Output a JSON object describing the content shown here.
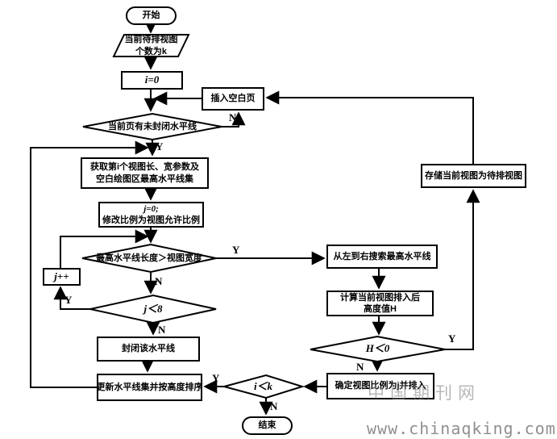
{
  "flowchart": {
    "nodes": {
      "start": {
        "label": "开始"
      },
      "views_count": {
        "line1": "当前待排视图",
        "line2": "个数为k"
      },
      "init_i": {
        "label": "i=0"
      },
      "insert_blank_page": {
        "label": "插入空白页"
      },
      "page_has_open_hline": {
        "label": "当前页有未封闭水平线"
      },
      "get_view_params": {
        "line1": "获取第i个视图长、宽参数及",
        "line2": "空白绘图区最高水平线集"
      },
      "init_j": {
        "line1": "j=0;",
        "line2": "修改比例为视图允许比例"
      },
      "hline_vs_view_width": {
        "label": "最高水平线长度＞视图宽度"
      },
      "increment_j": {
        "label": "j++"
      },
      "j_lt_8": {
        "label": "j＜8"
      },
      "close_hline": {
        "label": "封闭该水平线"
      },
      "update_hlines": {
        "label": "更新水平线集并按高度排序"
      },
      "i_lt_k": {
        "label": "i＜k"
      },
      "end": {
        "label": "结束"
      },
      "search_hline": {
        "label": "从左到右搜索最高水平线"
      },
      "calc_height": {
        "line1": "计算当前视图排入后",
        "line2": "高度值H"
      },
      "h_lt_0": {
        "label": "H＜0"
      },
      "set_scale_and_insert": {
        "label": "确定视图比例为j并排入"
      },
      "store_pending_view": {
        "label": "存储当前视图为待排视图"
      }
    },
    "branch_labels": {
      "yes": "Y",
      "no": "N"
    },
    "line_color": "#000000"
  },
  "watermark": {
    "site_name": "中国期刊网",
    "site_url": "www.chinaqking.com"
  }
}
